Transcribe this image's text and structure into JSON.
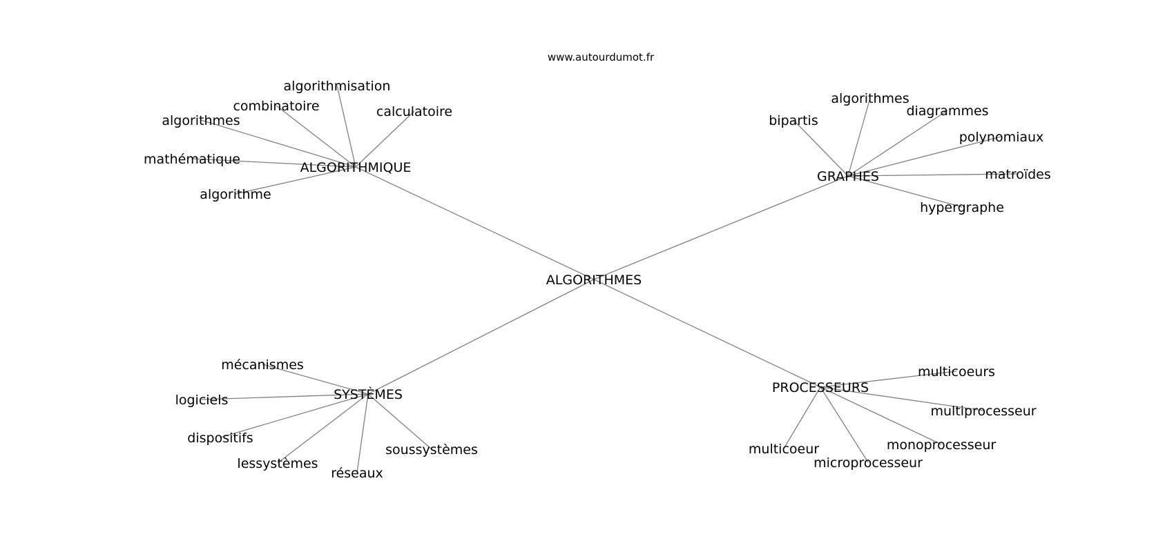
{
  "site": "www.autourdumot.fr",
  "root": "ALGORITHMES",
  "clusters": [
    {
      "label": "ALGORITHMIQUE",
      "words": [
        "algorithmisation",
        "combinatoire",
        "calculatoire",
        "algorithmes",
        "mathématique",
        "algorithme"
      ]
    },
    {
      "label": "GRAPHES",
      "words": [
        "algorithmes",
        "bipartis",
        "diagrammes",
        "polynomiaux",
        "matroïdes",
        "hypergraphe"
      ]
    },
    {
      "label": "SYSTÈMES",
      "words": [
        "mécanismes",
        "logiciels",
        "dispositifs",
        "lessystèmes",
        "réseaux",
        "soussystèmes"
      ]
    },
    {
      "label": "PROCESSEURS",
      "words": [
        "multicoeurs",
        "multiprocesseur",
        "monoprocesseur",
        "microprocesseur",
        "multicoeur"
      ]
    }
  ]
}
